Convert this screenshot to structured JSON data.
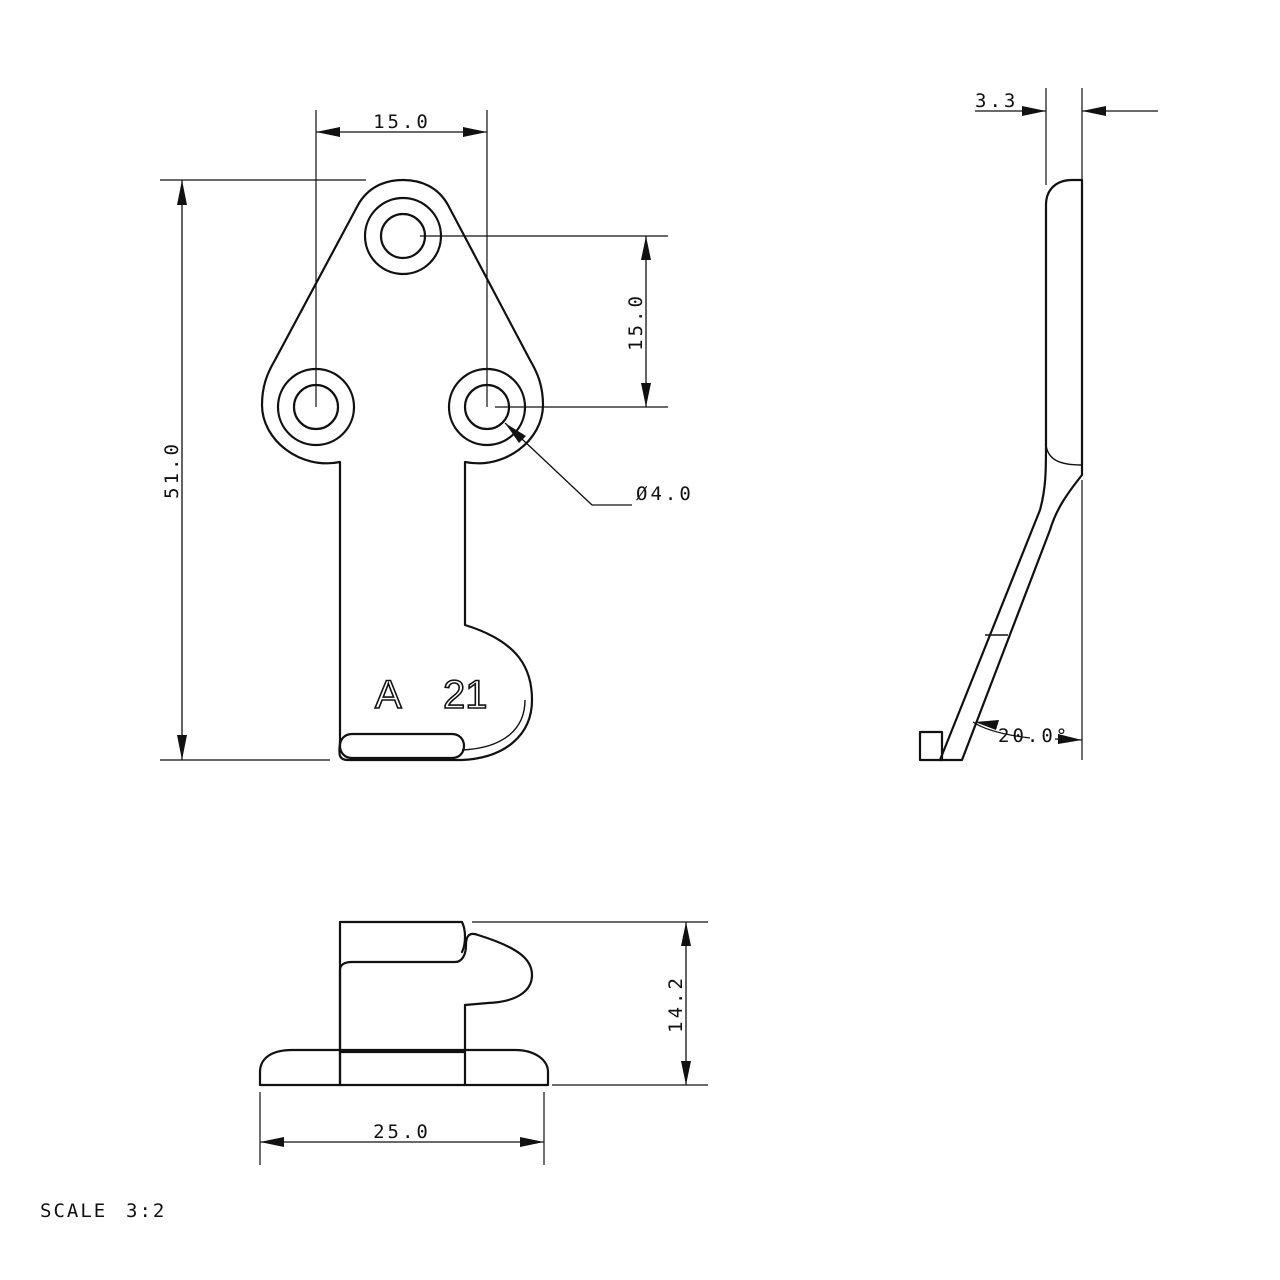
{
  "dimensions": {
    "top_hole_spacing": "15.0",
    "overall_height": "51.0",
    "vertical_hole_spacing": "15.0",
    "hole_diameter": "Ø4.0",
    "thickness": "3.3",
    "bend_angle": "20.0°",
    "bottom_height": "14.2",
    "bottom_width": "25.0"
  },
  "part_markings": {
    "letter": "A",
    "number": "21"
  },
  "footer": {
    "scale_label": "SCALE",
    "scale_value": "3:2"
  }
}
